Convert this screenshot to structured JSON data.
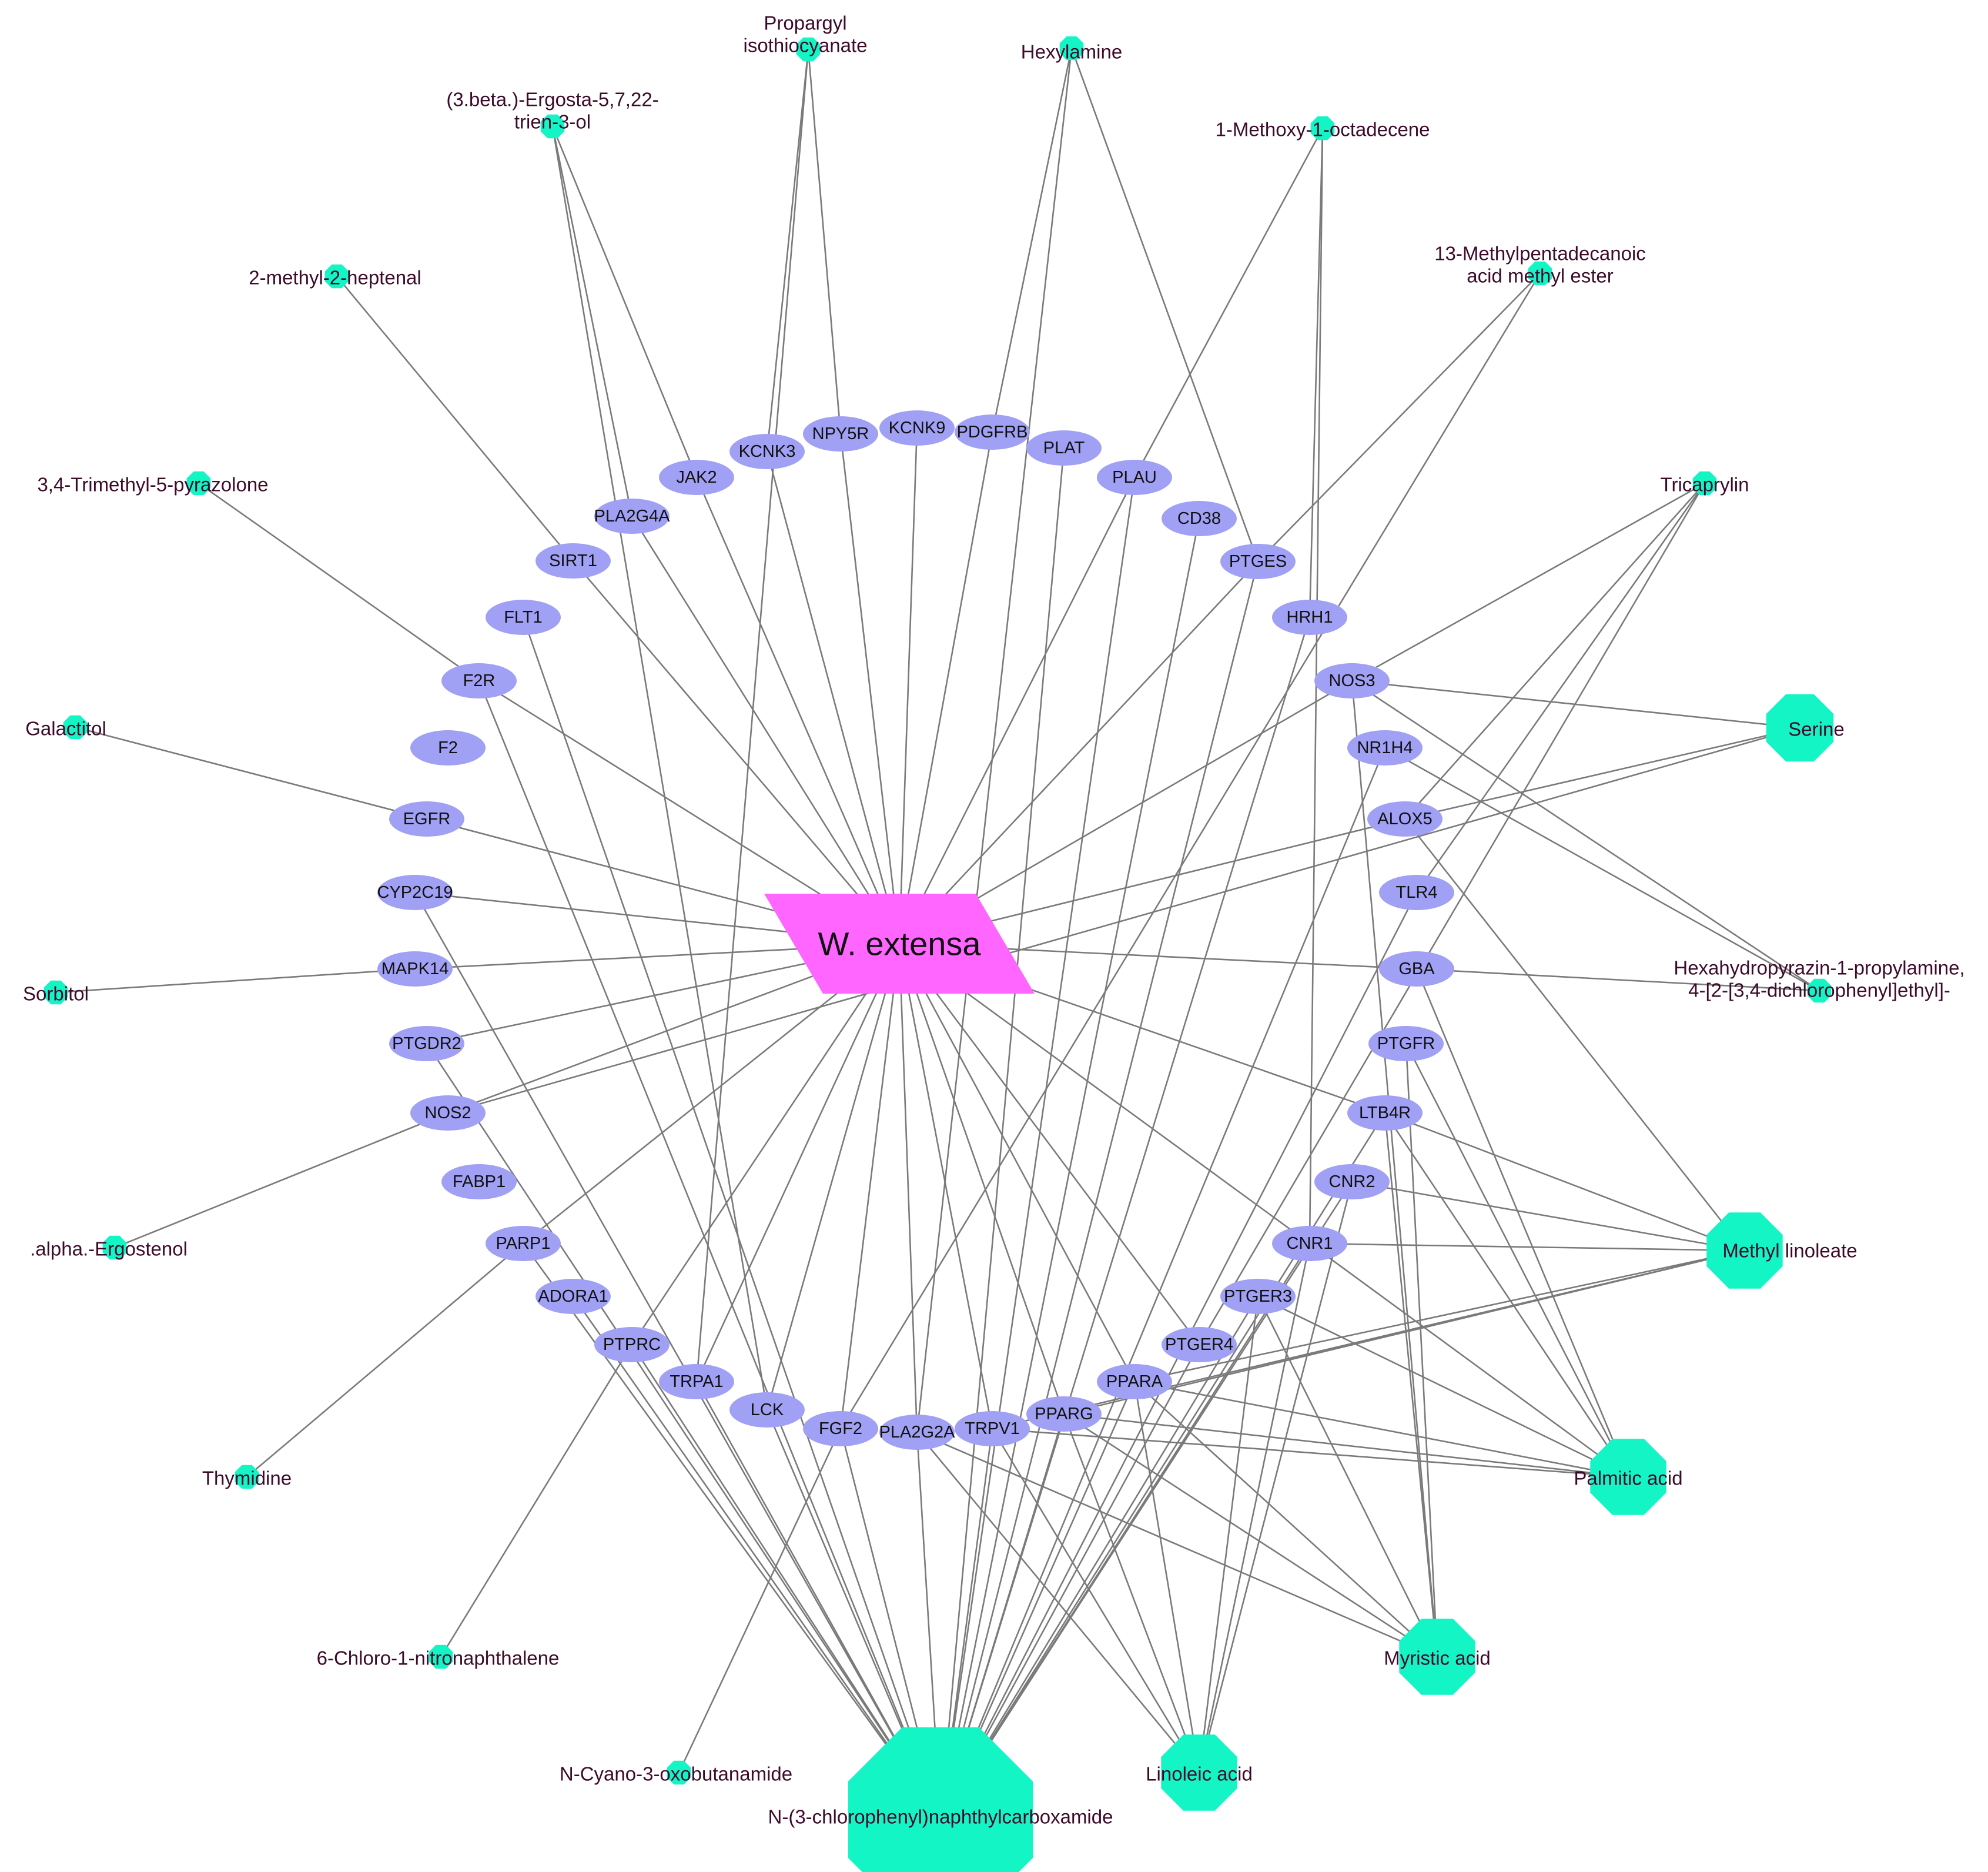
{
  "hub": {
    "label": "W. extensa",
    "color": "#ff66ff"
  },
  "colors": {
    "target": "#a0a0f5",
    "compound": "#14f5c6",
    "edge": "#7a7a7a",
    "compound_text": "#3d0a2a"
  },
  "targets": [
    {
      "id": "F2",
      "label": "F2"
    },
    {
      "id": "F2R",
      "label": "F2R"
    },
    {
      "id": "FLT1",
      "label": "FLT1"
    },
    {
      "id": "SIRT1",
      "label": "SIRT1"
    },
    {
      "id": "PLA2G4A",
      "label": "PLA2G4A"
    },
    {
      "id": "JAK2",
      "label": "JAK2"
    },
    {
      "id": "KCNK3",
      "label": "KCNK3"
    },
    {
      "id": "NPY5R",
      "label": "NPY5R"
    },
    {
      "id": "KCNK9",
      "label": "KCNK9"
    },
    {
      "id": "PDGFRB",
      "label": "PDGFRB"
    },
    {
      "id": "PLAT",
      "label": "PLAT"
    },
    {
      "id": "PLAU",
      "label": "PLAU"
    },
    {
      "id": "CD38",
      "label": "CD38"
    },
    {
      "id": "PTGES",
      "label": "PTGES"
    },
    {
      "id": "HRH1",
      "label": "HRH1"
    },
    {
      "id": "NOS3",
      "label": "NOS3"
    },
    {
      "id": "NR1H4",
      "label": "NR1H4"
    },
    {
      "id": "ALOX5",
      "label": "ALOX5"
    },
    {
      "id": "TLR4",
      "label": "TLR4"
    },
    {
      "id": "GBA",
      "label": "GBA"
    },
    {
      "id": "PTGFR",
      "label": "PTGFR"
    },
    {
      "id": "LTB4R",
      "label": "LTB4R"
    },
    {
      "id": "CNR2",
      "label": "CNR2"
    },
    {
      "id": "CNR1",
      "label": "CNR1"
    },
    {
      "id": "PTGER3",
      "label": "PTGER3"
    },
    {
      "id": "PTGER4",
      "label": "PTGER4"
    },
    {
      "id": "PPARA",
      "label": "PPARA"
    },
    {
      "id": "PPARG",
      "label": "PPARG"
    },
    {
      "id": "TRPV1",
      "label": "TRPV1"
    },
    {
      "id": "PLA2G2A",
      "label": "PLA2G2A"
    },
    {
      "id": "FGF2",
      "label": "FGF2"
    },
    {
      "id": "LCK",
      "label": "LCK"
    },
    {
      "id": "TRPA1",
      "label": "TRPA1"
    },
    {
      "id": "PTPRC",
      "label": "PTPRC"
    },
    {
      "id": "ADORA1",
      "label": "ADORA1"
    },
    {
      "id": "PARP1",
      "label": "PARP1"
    },
    {
      "id": "FABP1",
      "label": "FABP1"
    },
    {
      "id": "NOS2",
      "label": "NOS2"
    },
    {
      "id": "PTGDR2",
      "label": "PTGDR2"
    },
    {
      "id": "MAPK14",
      "label": "MAPK14"
    },
    {
      "id": "CYP2C19",
      "label": "CYP2C19"
    },
    {
      "id": "EGFR",
      "label": "EGFR"
    }
  ],
  "compounds": [
    {
      "id": "propargyl",
      "label": [
        "Propargyl",
        "isothiocyanate"
      ],
      "size": "small"
    },
    {
      "id": "hexylamine",
      "label": [
        "Hexylamine"
      ],
      "size": "small"
    },
    {
      "id": "ergosta",
      "label": [
        "(3.beta.)-Ergosta-5,7,22-",
        "trien-3-ol"
      ],
      "size": "small"
    },
    {
      "id": "methoxy",
      "label": [
        "1-Methoxy-1-octadecene"
      ],
      "size": "small"
    },
    {
      "id": "methylpentadec",
      "label": [
        "13-Methylpentadecanoic",
        "acid methyl ester"
      ],
      "size": "small"
    },
    {
      "id": "heptenal",
      "label": [
        "2-methyl-2-heptenal"
      ],
      "size": "small"
    },
    {
      "id": "pyrazolone",
      "label": [
        "3,4-Trimethyl-5-pyrazolone"
      ],
      "size": "small"
    },
    {
      "id": "tricaprylin",
      "label": [
        "Tricaprylin"
      ],
      "size": "small"
    },
    {
      "id": "serine",
      "label": [
        "Serine"
      ],
      "size": "medium"
    },
    {
      "id": "galactitol",
      "label": [
        "Galactitol"
      ],
      "size": "small"
    },
    {
      "id": "hexahydro",
      "label": [
        "Hexahydropyrazin-1-propylamine,",
        "4-[2-[3,4-dichlorophenyl]ethyl]-"
      ],
      "size": "small"
    },
    {
      "id": "sorbitol",
      "label": [
        "Sorbitol"
      ],
      "size": "small"
    },
    {
      "id": "ergostenol",
      "label": [
        ".alpha.-Ergostenol"
      ],
      "size": "small"
    },
    {
      "id": "methyllinoleate",
      "label": [
        "Methyl linoleate"
      ],
      "size": "large"
    },
    {
      "id": "thymidine",
      "label": [
        "Thymidine"
      ],
      "size": "small"
    },
    {
      "id": "palmitic",
      "label": [
        "Palmitic acid"
      ],
      "size": "large"
    },
    {
      "id": "chloronitro",
      "label": [
        "6-Chloro-1-nitronaphthalene"
      ],
      "size": "small"
    },
    {
      "id": "myristic",
      "label": [
        "Myristic acid"
      ],
      "size": "large"
    },
    {
      "id": "cyano",
      "label": [
        "N-Cyano-3-oxobutanamide"
      ],
      "size": "small"
    },
    {
      "id": "linoleic",
      "label": [
        "Linoleic acid"
      ],
      "size": "large"
    },
    {
      "id": "chlorophenyl",
      "label": [
        "N-(3-chlorophenyl)naphthylcarboxamide"
      ],
      "size": "xlarge"
    }
  ],
  "edges": [
    [
      "propargyl",
      "NPY5R"
    ],
    [
      "propargyl",
      "KCNK3"
    ],
    [
      "propargyl",
      "TRPA1"
    ],
    [
      "hexylamine",
      "PDGFRB"
    ],
    [
      "hexylamine",
      "PTGES"
    ],
    [
      "hexylamine",
      "PLA2G2A"
    ],
    [
      "ergosta",
      "PLA2G4A"
    ],
    [
      "ergosta",
      "JAK2"
    ],
    [
      "ergosta",
      "LCK"
    ],
    [
      "methoxy",
      "PLAU"
    ],
    [
      "methoxy",
      "HRH1"
    ],
    [
      "methoxy",
      "CNR1"
    ],
    [
      "methylpentadec",
      "PTGES"
    ],
    [
      "methylpentadec",
      "FGF2"
    ],
    [
      "heptenal",
      "SIRT1"
    ],
    [
      "pyrazolone",
      "F2R"
    ],
    [
      "tricaprylin",
      "NOS3"
    ],
    [
      "tricaprylin",
      "ALOX5"
    ],
    [
      "tricaprylin",
      "TLR4"
    ],
    [
      "tricaprylin",
      "PTGER4"
    ],
    [
      "serine",
      "NOS3"
    ],
    [
      "serine",
      "ALOX5"
    ],
    [
      "serine",
      "NOS2"
    ],
    [
      "galactitol",
      "EGFR"
    ],
    [
      "hexahydro",
      "NOS3"
    ],
    [
      "hexahydro",
      "GBA"
    ],
    [
      "hexahydro",
      "NR1H4"
    ],
    [
      "sorbitol",
      "MAPK14"
    ],
    [
      "ergostenol",
      "NOS2"
    ],
    [
      "methyllinoleate",
      "ALOX5"
    ],
    [
      "methyllinoleate",
      "LTB4R"
    ],
    [
      "methyllinoleate",
      "CNR2"
    ],
    [
      "methyllinoleate",
      "CNR1"
    ],
    [
      "methyllinoleate",
      "PPARA"
    ],
    [
      "methyllinoleate",
      "PPARG"
    ],
    [
      "methyllinoleate",
      "TRPV1"
    ],
    [
      "thymidine",
      "PARP1"
    ],
    [
      "palmitic",
      "GBA"
    ],
    [
      "palmitic",
      "PTGFR"
    ],
    [
      "palmitic",
      "LTB4R"
    ],
    [
      "palmitic",
      "CNR1"
    ],
    [
      "palmitic",
      "PTGER3"
    ],
    [
      "palmitic",
      "PPARA"
    ],
    [
      "palmitic",
      "PPARG"
    ],
    [
      "palmitic",
      "TRPV1"
    ],
    [
      "chloronitro",
      "PTPRC"
    ],
    [
      "myristic",
      "PTGFR"
    ],
    [
      "myristic",
      "LTB4R"
    ],
    [
      "myristic",
      "PTGER3"
    ],
    [
      "myristic",
      "PPARA"
    ],
    [
      "myristic",
      "PPARG"
    ],
    [
      "myristic",
      "PLA2G2A"
    ],
    [
      "myristic",
      "NOS3"
    ],
    [
      "cyano",
      "FGF2"
    ],
    [
      "linoleic",
      "CNR2"
    ],
    [
      "linoleic",
      "CNR1"
    ],
    [
      "linoleic",
      "PTGER3"
    ],
    [
      "linoleic",
      "PPARA"
    ],
    [
      "linoleic",
      "PPARG"
    ],
    [
      "linoleic",
      "PLA2G2A"
    ],
    [
      "linoleic",
      "TRPV1"
    ],
    [
      "chlorophenyl",
      "PTGDR2"
    ],
    [
      "chlorophenyl",
      "CYP2C19"
    ],
    [
      "chlorophenyl",
      "ADORA1"
    ],
    [
      "chlorophenyl",
      "PTPRC"
    ],
    [
      "chlorophenyl",
      "TRPA1"
    ],
    [
      "chlorophenyl",
      "LCK"
    ],
    [
      "chlorophenyl",
      "FGF2"
    ],
    [
      "chlorophenyl",
      "PLA2G2A"
    ],
    [
      "chlorophenyl",
      "TRPV1"
    ],
    [
      "chlorophenyl",
      "PPARG"
    ],
    [
      "chlorophenyl",
      "PPARA"
    ],
    [
      "chlorophenyl",
      "PTGER4"
    ],
    [
      "chlorophenyl",
      "PTGER3"
    ],
    [
      "chlorophenyl",
      "CNR1"
    ],
    [
      "chlorophenyl",
      "CNR2"
    ],
    [
      "chlorophenyl",
      "LTB4R"
    ],
    [
      "chlorophenyl",
      "PARP1"
    ],
    [
      "chlorophenyl",
      "FLT1"
    ],
    [
      "chlorophenyl",
      "F2R"
    ],
    [
      "chlorophenyl",
      "PLAT"
    ],
    [
      "chlorophenyl",
      "PLAU"
    ],
    [
      "chlorophenyl",
      "NR1H4"
    ],
    [
      "chlorophenyl",
      "CD38"
    ],
    [
      "chlorophenyl",
      "TLR4"
    ],
    [
      "chlorophenyl",
      "HRH1"
    ],
    [
      "chlorophenyl",
      "PTGES"
    ],
    [
      "hub",
      "F2R"
    ],
    [
      "hub",
      "SIRT1"
    ],
    [
      "hub",
      "PLA2G4A"
    ],
    [
      "hub",
      "JAK2"
    ],
    [
      "hub",
      "KCNK3"
    ],
    [
      "hub",
      "NPY5R"
    ],
    [
      "hub",
      "KCNK9"
    ],
    [
      "hub",
      "PDGFRB"
    ],
    [
      "hub",
      "PLAU"
    ],
    [
      "hub",
      "PTGES"
    ],
    [
      "hub",
      "NOS3"
    ],
    [
      "hub",
      "ALOX5"
    ],
    [
      "hub",
      "EGFR"
    ],
    [
      "hub",
      "MAPK14"
    ],
    [
      "hub",
      "NOS2"
    ],
    [
      "hub",
      "PARP1"
    ],
    [
      "hub",
      "GBA"
    ],
    [
      "hub",
      "CNR1"
    ],
    [
      "hub",
      "PPARA"
    ],
    [
      "hub",
      "LTB4R"
    ],
    [
      "hub",
      "PTPRC"
    ],
    [
      "hub",
      "TRPA1"
    ],
    [
      "hub",
      "LCK"
    ],
    [
      "hub",
      "FGF2"
    ],
    [
      "hub",
      "PLA2G2A"
    ],
    [
      "hub",
      "TRPV1"
    ],
    [
      "hub",
      "PPARG"
    ],
    [
      "hub",
      "PTGER4"
    ],
    [
      "hub",
      "CYP2C19"
    ],
    [
      "hub",
      "PTGDR2"
    ]
  ]
}
